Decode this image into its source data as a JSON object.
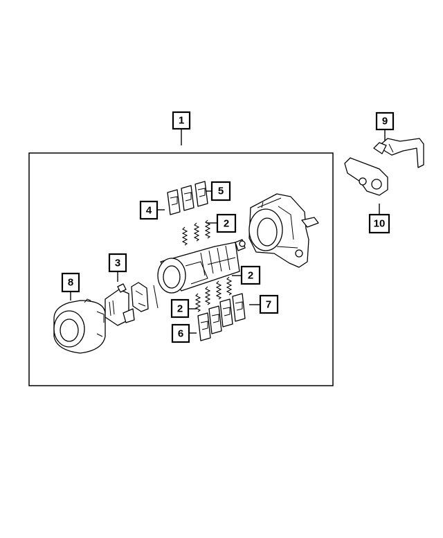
{
  "callouts": [
    {
      "id": "c1",
      "label": "1"
    },
    {
      "id": "c2a",
      "label": "2"
    },
    {
      "id": "c2b",
      "label": "2"
    },
    {
      "id": "c2c",
      "label": "2"
    },
    {
      "id": "c3",
      "label": "3"
    },
    {
      "id": "c4",
      "label": "4"
    },
    {
      "id": "c5",
      "label": "5"
    },
    {
      "id": "c6",
      "label": "6"
    },
    {
      "id": "c7",
      "label": "7"
    },
    {
      "id": "c8",
      "label": "8"
    },
    {
      "id": "c9",
      "label": "9"
    },
    {
      "id": "c10",
      "label": "10"
    }
  ],
  "colors": {
    "line": "#000000",
    "background": "#ffffff"
  }
}
